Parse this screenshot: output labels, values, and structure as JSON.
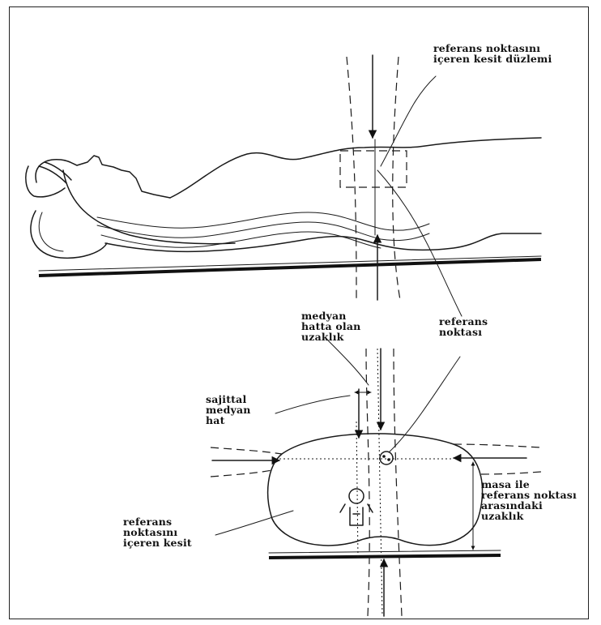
{
  "labels": {
    "plane": [
      "referans noktasını",
      "içeren kesit düzlemi"
    ],
    "median_distance": [
      "medyan",
      "hatta olan",
      "uzaklık"
    ],
    "reference_point": [
      "referans",
      "noktası"
    ],
    "sagittal": [
      "sajittal",
      "medyan",
      "hat"
    ],
    "table_distance": [
      "masa ile",
      "referans noktası",
      "arasındaki",
      "uzaklık"
    ],
    "section": [
      "referans",
      "noktasını",
      "içeren kesit"
    ]
  }
}
